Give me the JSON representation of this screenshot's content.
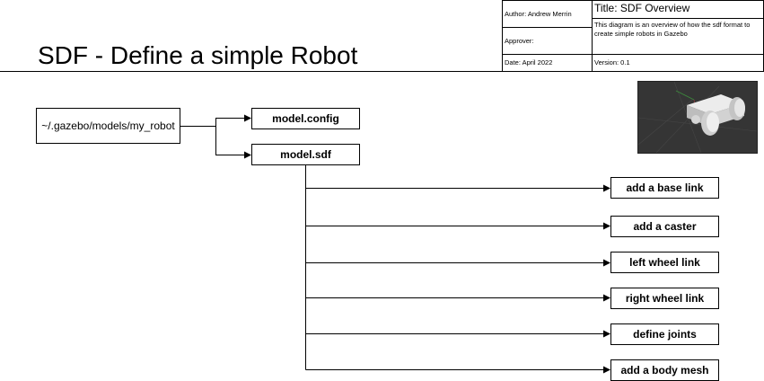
{
  "title": "SDF - Define a simple Robot",
  "title_block": {
    "author": "Author: Andrew Merrin",
    "approver": "Approver:",
    "date": "Date: April 2022",
    "doc_title": "Title: SDF Overview",
    "description": "This diagram is an overview of how the sdf format to create simple robots in Gazebo",
    "version": "Version: 0.1"
  },
  "nodes": {
    "root": "~/.gazebo/models/my_robot",
    "model_config": "model.config",
    "model_sdf": "model.sdf",
    "steps": [
      "add a base link",
      "add a caster",
      "left wheel link",
      "right wheel link",
      "define joints",
      "add a body mesh"
    ]
  },
  "colors": {
    "line": "#000000",
    "preview_bg": "#3a3a3a",
    "robot_body": "#d8d8d8"
  },
  "icons": {
    "preview": "robot-render-image"
  }
}
